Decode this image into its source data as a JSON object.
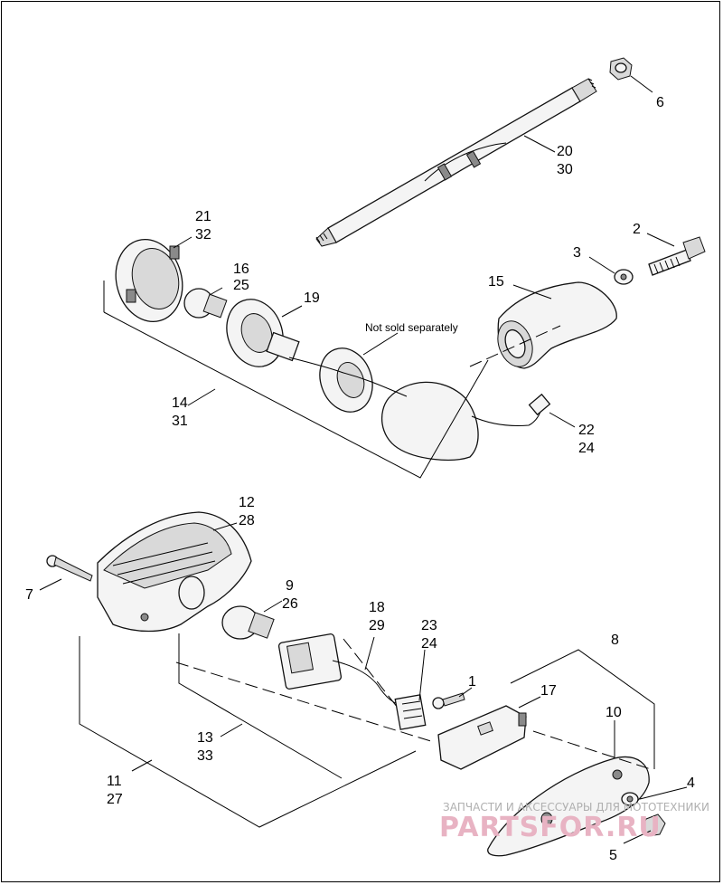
{
  "callouts": {
    "c6": "6",
    "c20": "20",
    "c30": "30",
    "c2": "2",
    "c3": "3",
    "c15": "15",
    "c21": "21",
    "c32": "32",
    "c16": "16",
    "c25": "25",
    "c19": "19",
    "c14": "14",
    "c31": "31",
    "c22": "22",
    "c24a": "24",
    "c12": "12",
    "c28": "28",
    "c7": "7",
    "c9": "9",
    "c26": "26",
    "c18": "18",
    "c29": "29",
    "c23": "23",
    "c24b": "24",
    "c8": "8",
    "c1": "1",
    "c17": "17",
    "c10": "10",
    "c13": "13",
    "c33": "33",
    "c11": "11",
    "c27": "27",
    "c4": "4",
    "c5": "5"
  },
  "note": "Not sold separately",
  "watermark": {
    "line1": "ЗАПЧАСТИ И АКСЕССУАРЫ ДЛЯ МОТОТЕХНИКИ",
    "line2": "PARTSFOR.RU"
  }
}
